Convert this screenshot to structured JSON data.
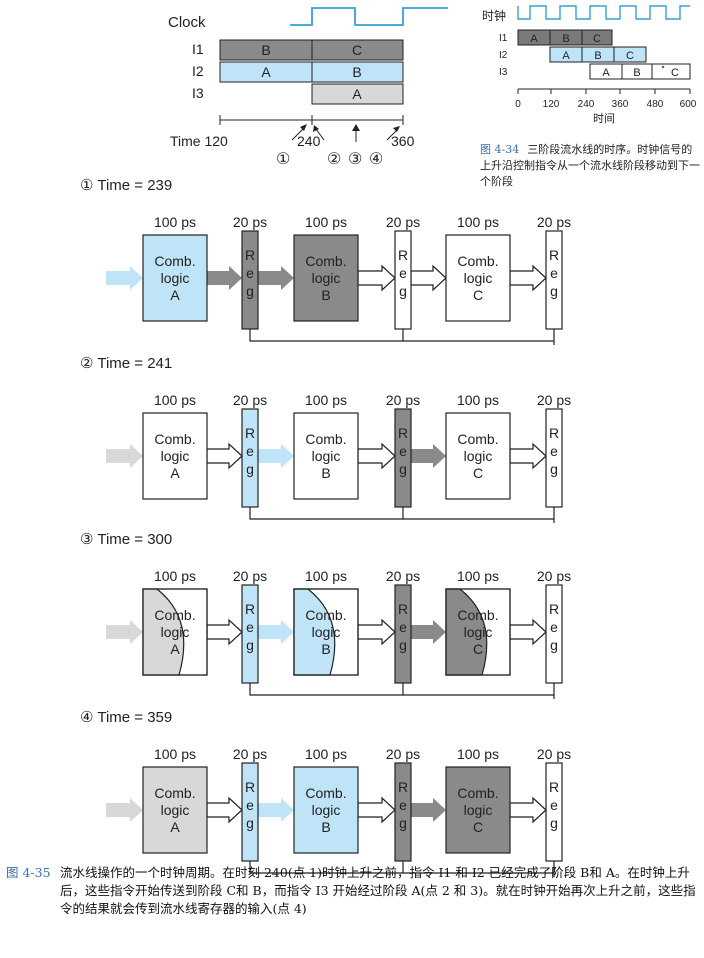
{
  "top": {
    "clock_label": "Clock",
    "rows": [
      {
        "label": "I1",
        "cells": [
          "B",
          "C"
        ]
      },
      {
        "label": "I2",
        "cells": [
          "A",
          "B"
        ]
      },
      {
        "label": "I3",
        "cells": [
          "",
          "A"
        ]
      }
    ],
    "time_label": "Time 120",
    "t240": "240",
    "t360": "360",
    "markers": [
      "①",
      "②",
      "③",
      "④"
    ]
  },
  "fig434": {
    "clock_label": "时钟",
    "rows": [
      {
        "label": "I1",
        "cells": [
          "A",
          "B",
          "C"
        ]
      },
      {
        "label": "I2",
        "cells": [
          "A",
          "B",
          "C"
        ]
      },
      {
        "label": "I3",
        "cells": [
          "A",
          "B",
          "C"
        ]
      }
    ],
    "axis_ticks": [
      "0",
      "120",
      "240",
      "360",
      "480",
      "600"
    ],
    "axis_title": "时间",
    "caption_tag": "图 4-34",
    "caption_text": "三阶段流水线的时序。时钟信号的上升沿控制指令从一个流水线阶段移动到下一个阶段"
  },
  "stages": [
    {
      "title": "① Time = 239"
    },
    {
      "title": "② Time = 241"
    },
    {
      "title": "③ Time = 300"
    },
    {
      "title": "④ Time = 359"
    }
  ],
  "stage_labels": {
    "ps100": "100 ps",
    "ps20": "20 ps",
    "comb": "Comb.",
    "logic": "logic",
    "reg_letters": [
      "R",
      "e",
      "g"
    ],
    "clock": "Clock",
    "blocks": [
      "A",
      "B",
      "C"
    ]
  },
  "colors": {
    "blue": "#bfe4f8",
    "dark_gray": "#8a8a8a",
    "light_gray": "#d8d8d8",
    "caption_blue": "#3a6fb0"
  },
  "caption435": {
    "tag": "图 4-35",
    "text": "流水线操作的一个时钟周期。在时刻 240(点 1)时钟上升之前，指令 I1 和 I2 已经完成了阶段 B和 A。在时钟上升后，这些指令开始传送到阶段 C和 B，而指令 I3 开始经过阶段 A(点 2 和 3)。就在时钟开始再次上升之前，这些指令的结果就会传到流水线寄存器的输入(点 4)"
  }
}
